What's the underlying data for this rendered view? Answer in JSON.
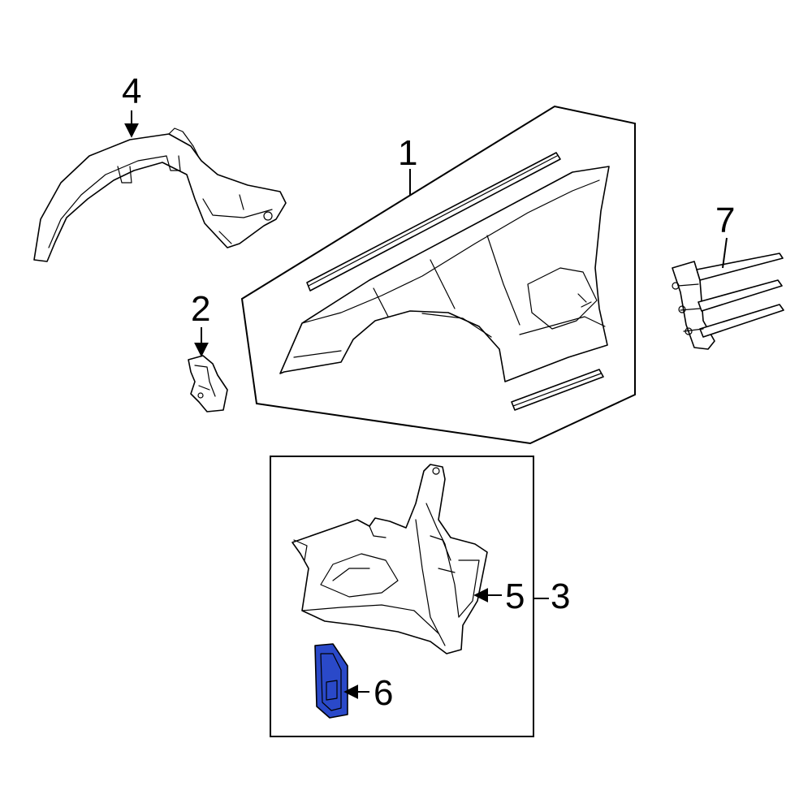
{
  "callouts": {
    "c1": "1",
    "c2": "2",
    "c3": "3",
    "c4": "4",
    "c5": "5",
    "c6": "6",
    "c7": "7"
  },
  "colors": {
    "highlight_part": "#2a49c9",
    "line": "#000000",
    "background": "#ffffff"
  }
}
